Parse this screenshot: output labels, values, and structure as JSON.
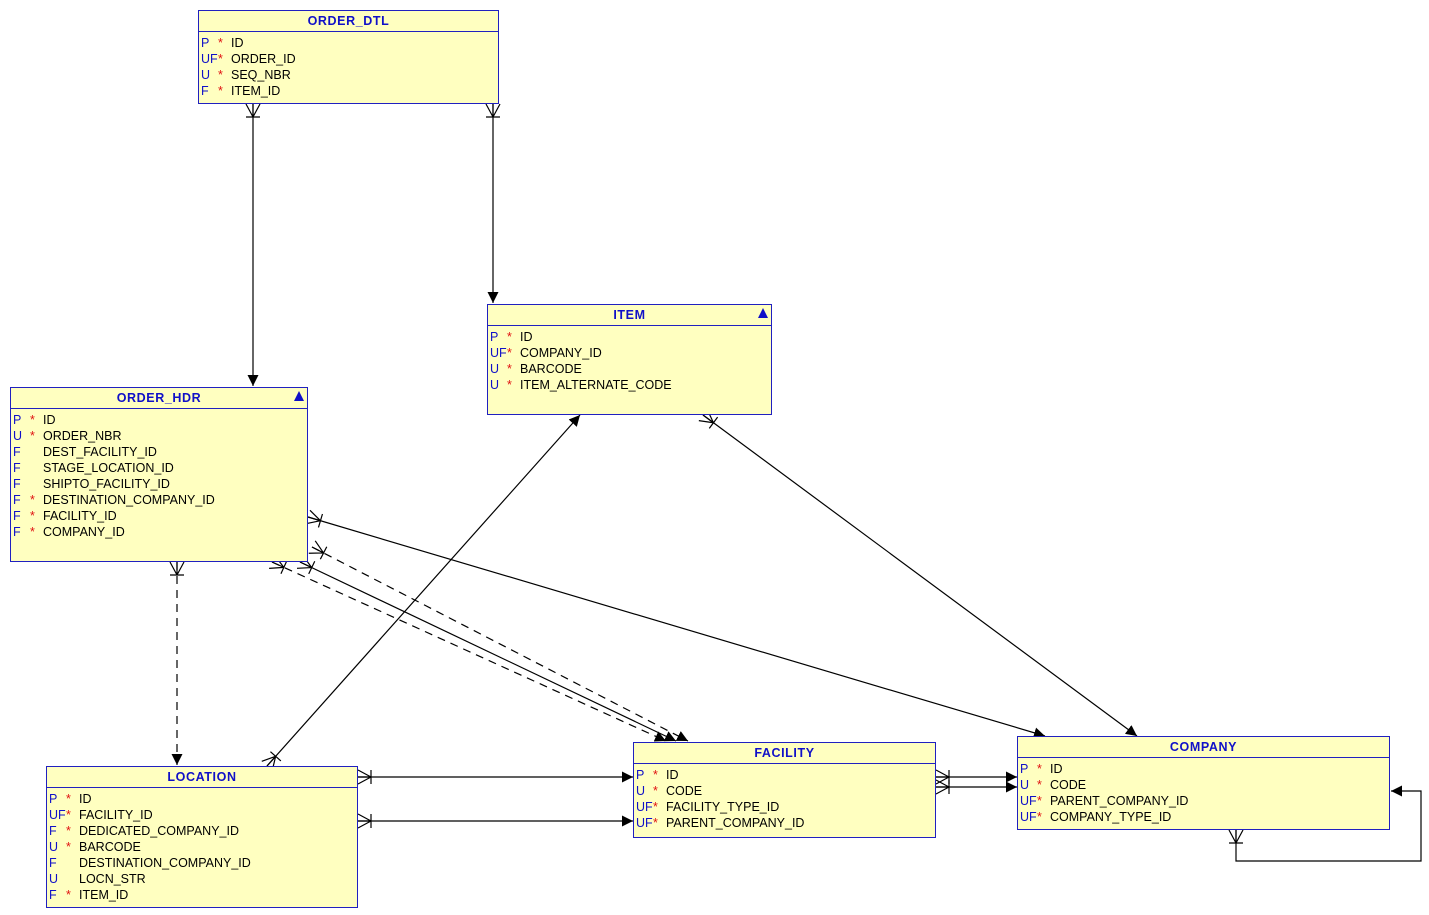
{
  "entities": {
    "order_dtl": {
      "title": "ORDER_DTL",
      "columns": [
        {
          "key": "P",
          "req": "*",
          "name": "ID"
        },
        {
          "key": "UF",
          "req": "*",
          "name": "ORDER_ID"
        },
        {
          "key": "U",
          "req": "*",
          "name": "SEQ_NBR"
        },
        {
          "key": "F",
          "req": "*",
          "name": "ITEM_ID"
        }
      ]
    },
    "item": {
      "title": "ITEM",
      "columns": [
        {
          "key": "P",
          "req": "*",
          "name": "ID"
        },
        {
          "key": "UF",
          "req": "*",
          "name": "COMPANY_ID"
        },
        {
          "key": "U",
          "req": "*",
          "name": "BARCODE"
        },
        {
          "key": "U",
          "req": "*",
          "name": "ITEM_ALTERNATE_CODE"
        }
      ]
    },
    "order_hdr": {
      "title": "ORDER_HDR",
      "columns": [
        {
          "key": "P",
          "req": "*",
          "name": "ID"
        },
        {
          "key": "U",
          "req": "*",
          "name": "ORDER_NBR"
        },
        {
          "key": "F",
          "req": "",
          "name": "DEST_FACILITY_ID"
        },
        {
          "key": "F",
          "req": "",
          "name": "STAGE_LOCATION_ID"
        },
        {
          "key": "F",
          "req": "",
          "name": "SHIPTO_FACILITY_ID"
        },
        {
          "key": "F",
          "req": "*",
          "name": "DESTINATION_COMPANY_ID"
        },
        {
          "key": "F",
          "req": "*",
          "name": "FACILITY_ID"
        },
        {
          "key": "F",
          "req": "*",
          "name": "COMPANY_ID"
        }
      ]
    },
    "location": {
      "title": "LOCATION",
      "columns": [
        {
          "key": "P",
          "req": "*",
          "name": "ID"
        },
        {
          "key": "UF",
          "req": "*",
          "name": "FACILITY_ID"
        },
        {
          "key": "F",
          "req": "*",
          "name": "DEDICATED_COMPANY_ID"
        },
        {
          "key": "U",
          "req": "*",
          "name": "BARCODE"
        },
        {
          "key": "F",
          "req": "",
          "name": "DESTINATION_COMPANY_ID"
        },
        {
          "key": "U",
          "req": "",
          "name": "LOCN_STR"
        },
        {
          "key": "F",
          "req": "*",
          "name": "ITEM_ID"
        }
      ]
    },
    "facility": {
      "title": "FACILITY",
      "columns": [
        {
          "key": "P",
          "req": "*",
          "name": "ID"
        },
        {
          "key": "U",
          "req": "*",
          "name": "CODE"
        },
        {
          "key": "UF",
          "req": "*",
          "name": "FACILITY_TYPE_ID"
        },
        {
          "key": "UF",
          "req": "*",
          "name": "PARENT_COMPANY_ID"
        }
      ]
    },
    "company": {
      "title": "COMPANY",
      "columns": [
        {
          "key": "P",
          "req": "*",
          "name": "ID"
        },
        {
          "key": "U",
          "req": "*",
          "name": "CODE"
        },
        {
          "key": "UF",
          "req": "*",
          "name": "PARENT_COMPANY_ID"
        },
        {
          "key": "UF",
          "req": "*",
          "name": "COMPANY_TYPE_ID"
        }
      ]
    }
  },
  "relationships": [
    {
      "from": "order_dtl",
      "to": "order_hdr",
      "style": "solid"
    },
    {
      "from": "order_dtl",
      "to": "item",
      "style": "solid"
    },
    {
      "from": "order_hdr",
      "to": "location",
      "style": "dashed"
    },
    {
      "from": "order_hdr",
      "to": "company",
      "style": "solid"
    },
    {
      "from": "order_hdr",
      "to": "facility",
      "style": "dashed"
    },
    {
      "from": "order_hdr",
      "to": "facility",
      "style": "solid"
    },
    {
      "from": "order_hdr",
      "to": "facility",
      "style": "dashed"
    },
    {
      "from": "item",
      "to": "company",
      "style": "solid"
    },
    {
      "from": "location",
      "to": "item",
      "style": "solid"
    },
    {
      "from": "location",
      "to": "facility",
      "style": "solid"
    },
    {
      "from": "location",
      "to": "company",
      "style": "solid"
    },
    {
      "from": "facility",
      "to": "company",
      "style": "solid"
    },
    {
      "from": "facility",
      "to": "company",
      "style": "solid"
    },
    {
      "from": "company",
      "to": "company",
      "style": "solid"
    }
  ],
  "colors": {
    "entity_fill": "#ffffc0",
    "entity_border": "#2020c0",
    "title_text": "#1010c8",
    "key_text": "#1010c8",
    "required_marker": "#e01010",
    "column_text": "#000000",
    "line": "#000000"
  }
}
